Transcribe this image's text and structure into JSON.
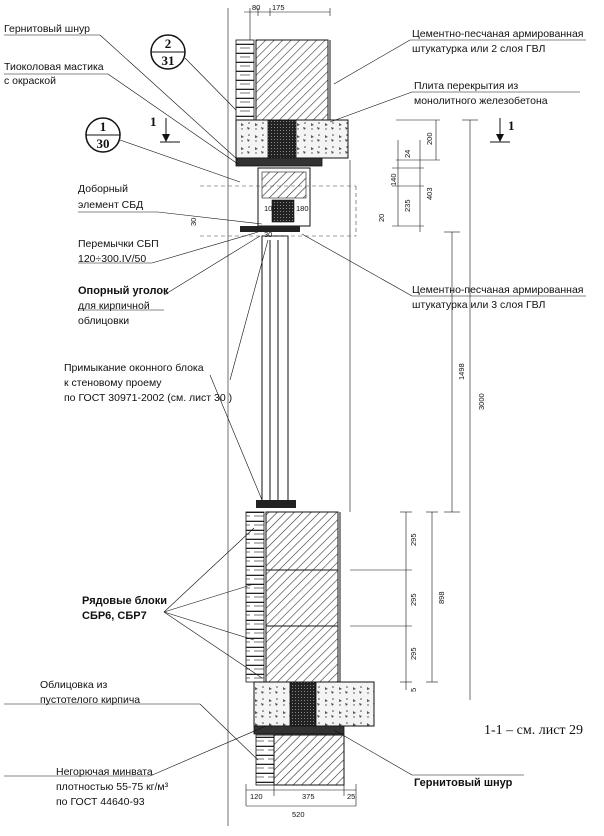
{
  "labels": {
    "granite_cord_top": "Гернитовый шнур",
    "thiokol_1": "Тиоколовая мастика",
    "thiokol_2": "с окраской",
    "additional_1": "Доборный",
    "additional_2": "элемент СБД",
    "lintels_1": "Перемычки СБП",
    "lintels_2": "120÷300.IV/50",
    "support_1": "Опорный уголок",
    "support_2": "для кирпичной",
    "support_3": "облицовки",
    "window_1": "Примыкание оконного блока",
    "window_2": "к стеновому проему",
    "window_3": "по ГОСТ 30971-2002 (см. лист  30 )",
    "row_blocks_1": "Рядовые блоки",
    "row_blocks_2": "СБР6, СБР7",
    "facing_1": "Облицовка из",
    "facing_2": "пустотелого кирпича",
    "wool_1": "Негорючая минвата",
    "wool_2": "плотностью 55-75 кг/м³",
    "wool_3": "по ГОСТ 44640-93",
    "plaster_top_1": "Цементно-песчаная армированная",
    "plaster_top_2": "штукатурка или 2 слоя ГВЛ",
    "slab_1": "Плита перекрытия из",
    "slab_2": "монолитного железобетона",
    "plaster_mid_1": "Цементно-песчаная армированная",
    "plaster_mid_2": "штукатурка или 3 слоя ГВЛ",
    "granite_cord_bottom": "Гернитовый шнур",
    "section_ref": "1-1 – см. лист 29"
  },
  "callouts": {
    "ref_a_top": "2",
    "ref_a_bottom": "31",
    "ref_b_top": "1",
    "ref_b_bottom": "30",
    "section_mark": "1"
  },
  "dimensions": {
    "top_80": "80",
    "top_175": "175",
    "d200": "200",
    "d24": "24",
    "d140": "140",
    "d403": "403",
    "d235": "235",
    "d20": "20",
    "d30": "30",
    "d30b": "30",
    "d100": "100",
    "d180": "180",
    "d1498": "1498",
    "d3000": "3000",
    "d295a": "295",
    "d295b": "295",
    "d295c": "295",
    "d898": "898",
    "d5": "5",
    "bot_120": "120",
    "bot_375": "375",
    "bot_25": "25",
    "bot_520": "520"
  }
}
